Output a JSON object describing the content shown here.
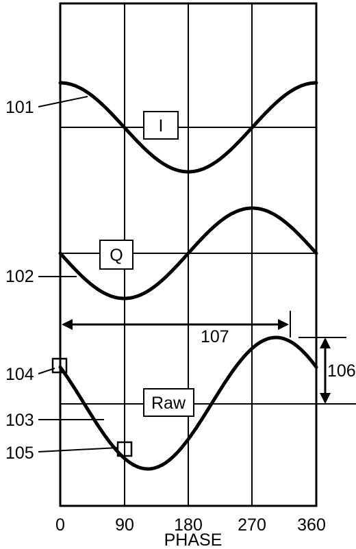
{
  "phase_axis": {
    "label": "PHASE",
    "ticks": [
      "0",
      "90",
      "180",
      "270",
      "360"
    ]
  },
  "waveforms": {
    "i_label": "I",
    "q_label": "Q",
    "raw_label": "Raw"
  },
  "reference_numerals": {
    "n101": "101",
    "n102": "102",
    "n103": "103",
    "n104": "104",
    "n105": "105",
    "n106": "106",
    "n107": "107"
  }
}
